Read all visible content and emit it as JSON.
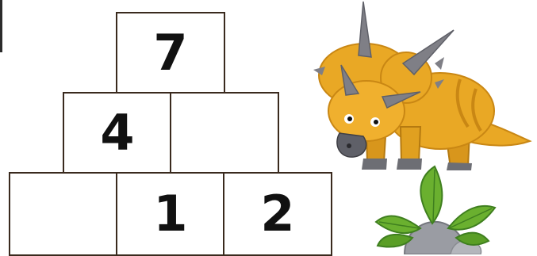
{
  "pyramid": {
    "rows": [
      [
        "7"
      ],
      [
        "4",
        ""
      ],
      [
        "",
        "1",
        "2"
      ]
    ]
  },
  "illustration": {
    "subject": "triceratops-dinosaur",
    "decoration": "fern-bush-with-rock",
    "colors": {
      "body": "#e9a825",
      "body_shade": "#c98714",
      "horn": "#7f7f86",
      "beak": "#5f6068",
      "leaf": "#6ab02f",
      "leaf_dark": "#3f7f1f",
      "rock": "#9a9ca3"
    }
  },
  "colors": {
    "cell_border": "#3a2a1e",
    "digit": "#111111",
    "background": "#ffffff"
  }
}
